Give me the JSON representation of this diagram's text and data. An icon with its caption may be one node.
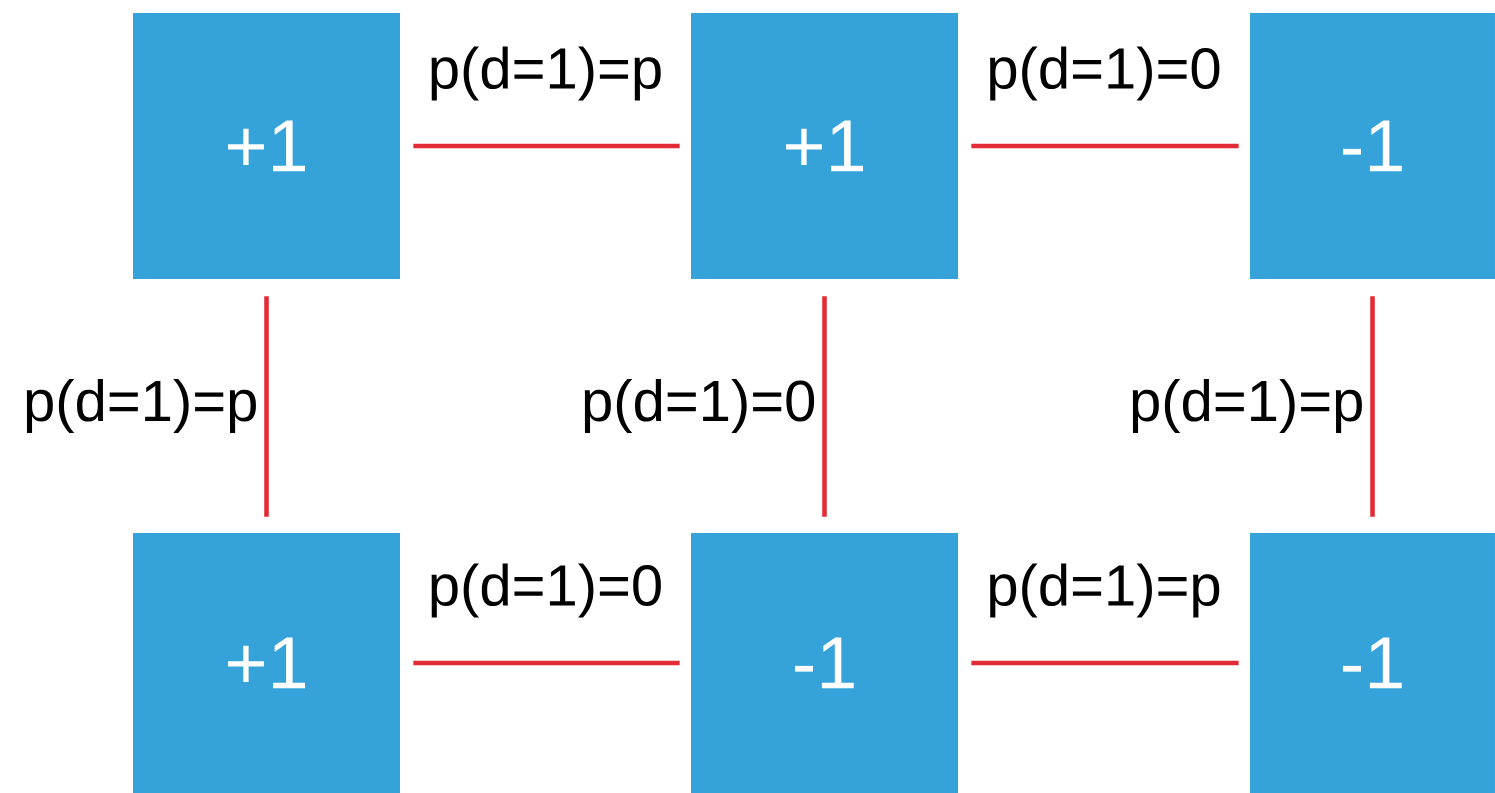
{
  "diagram": {
    "nodes": [
      {
        "text": [
          "+1"
        ]
      },
      {
        "text": [
          "+1"
        ]
      },
      {
        "text": [
          "-1"
        ]
      },
      {
        "text": [
          "+1"
        ]
      },
      {
        "text": [
          "-1"
        ]
      },
      {
        "text": [
          "-1"
        ]
      }
    ],
    "edges": [
      {
        "from": 0,
        "to": 1,
        "arrow": "none",
        "label": "p(d=1)=p"
      },
      {
        "from": 1,
        "to": 2,
        "arrow": "none",
        "label": "p(d=1)=0"
      },
      {
        "from": 0,
        "to": 3,
        "arrow": "none",
        "label": "p(d=1)=p"
      },
      {
        "from": 1,
        "to": 4,
        "arrow": "none",
        "label": "p(d=1)=0"
      },
      {
        "from": 2,
        "to": 5,
        "arrow": "none",
        "label": "p(d=1)=p"
      },
      {
        "from": 3,
        "to": 4,
        "arrow": "none",
        "label": "p(d=1)=0"
      },
      {
        "from": 4,
        "to": 5,
        "arrow": "none",
        "label": "p(d=1)=p"
      }
    ]
  }
}
